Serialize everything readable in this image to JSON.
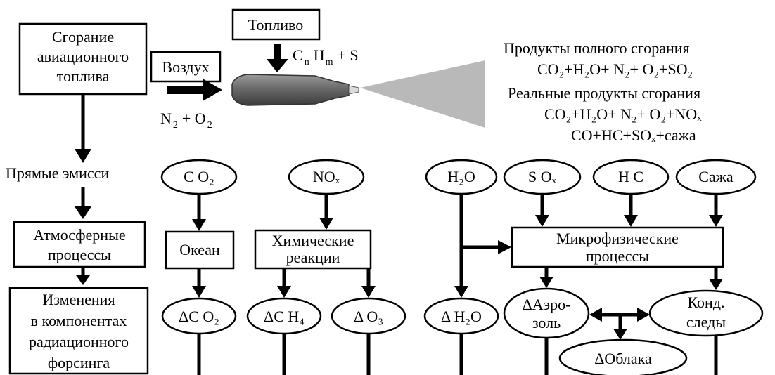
{
  "left_column": {
    "combustion_box": [
      "Сгорание",
      "авиационного",
      "топлива"
    ],
    "direct_emissions": "Прямые эмисси",
    "atmospheric_box": [
      "Атмосферные",
      "процессы"
    ],
    "changes_box": [
      "Изменения",
      "в компонентах",
      "радиационного",
      "форсинга"
    ]
  },
  "engine": {
    "fuel_box": "Топливо",
    "air_box": "Воздух",
    "fuel_formula": {
      "c": "C",
      "c_sub": "n",
      "h": "H",
      "h_sub": "m",
      "tail": "+ S"
    },
    "air_formula": {
      "n": "N",
      "n_sub": "2",
      "mid": "+ O",
      "o_sub": "2"
    }
  },
  "products": {
    "full_title": "Продукты полного сгорания",
    "full_formula": "CO₂+H₂O+ N₂+ O₂+SO₂",
    "real_title": "Реальные продукты сгорания",
    "real_formula_1": "CO₂+H₂O+ N₂+ O₂+NOₓ",
    "real_formula_2": "CO+HC+SOₓ+сажа"
  },
  "emissions": {
    "co2": "C O₂",
    "nox": "NOₓ",
    "h2o": "H₂O",
    "sox": "S Oₓ",
    "hc": "H C",
    "soot": "Сажа"
  },
  "processes": {
    "ocean": "Океан",
    "chem": [
      "Химические",
      "реакции"
    ],
    "micro": [
      "Микрофизические",
      "процессы"
    ]
  },
  "changes": {
    "dco2": "ΔC O₂",
    "dch4": "ΔC H₄",
    "do3": "Δ O₃",
    "dh2o": "Δ H₂O",
    "daerosol": [
      "ΔАэро-",
      "золь"
    ],
    "contrails": [
      "Конд.",
      "следы"
    ],
    "dclouds": "ΔОблака"
  }
}
